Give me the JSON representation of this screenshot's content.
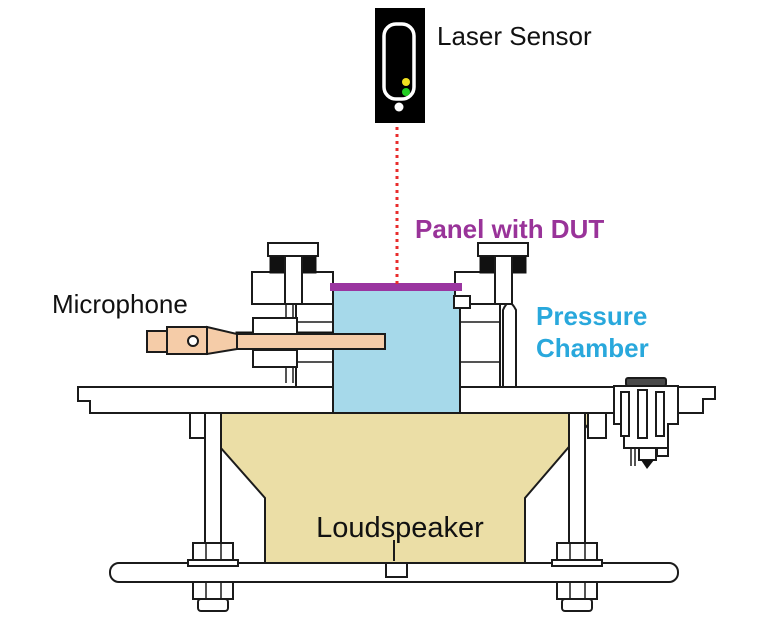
{
  "labels": {
    "laser_sensor": "Laser Sensor",
    "panel_with_dut": "Panel with DUT",
    "microphone": "Microphone",
    "pressure_chamber_line1": "Pressure",
    "pressure_chamber_line2": "Chamber",
    "loudspeaker": "Loudspeaker"
  },
  "colors": {
    "panel_label": "#993399",
    "panel_line": "#9a35a0",
    "chamber_fill": "#a6d9ea",
    "chamber_label": "#29a8dc",
    "loudspeaker_fill": "#ebdea6",
    "microphone_fill": "#f5cca8",
    "laser_beam": "#e82c2c",
    "sensor_body": "#000000",
    "indicator_yellow": "#f0e020",
    "indicator_green": "#22cc22",
    "valve_cap": "#4a4a4a"
  }
}
